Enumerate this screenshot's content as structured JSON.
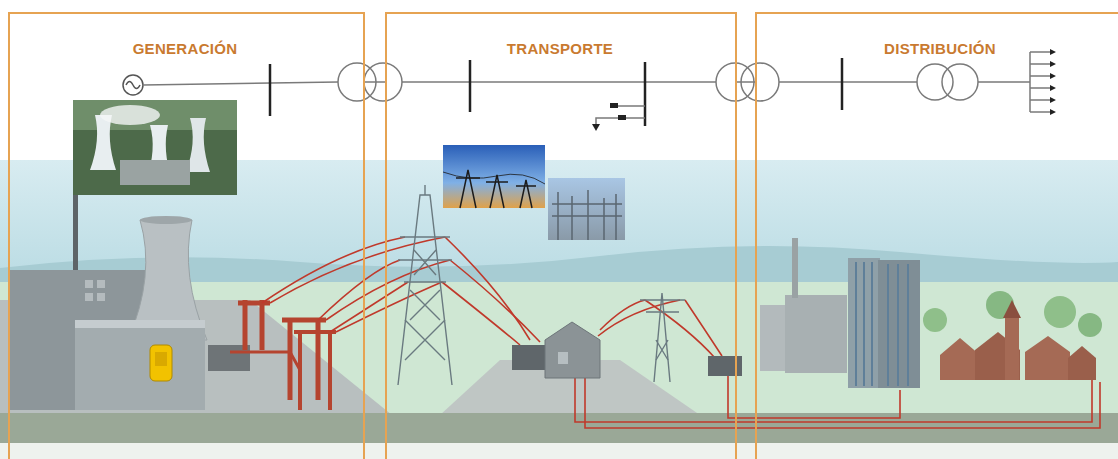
{
  "diagram": {
    "nodes": [
      {
        "text": [
          "GENERACIÓN"
        ]
      },
      {
        "text": [
          "TRANSPORTE"
        ]
      },
      {
        "text": [
          "DISTRIBUCIÓN"
        ]
      }
    ],
    "edges": [
      {
        "from": 0,
        "to": 1,
        "arrow": "none"
      },
      {
        "from": 1,
        "to": 2,
        "arrow": "none"
      }
    ]
  }
}
